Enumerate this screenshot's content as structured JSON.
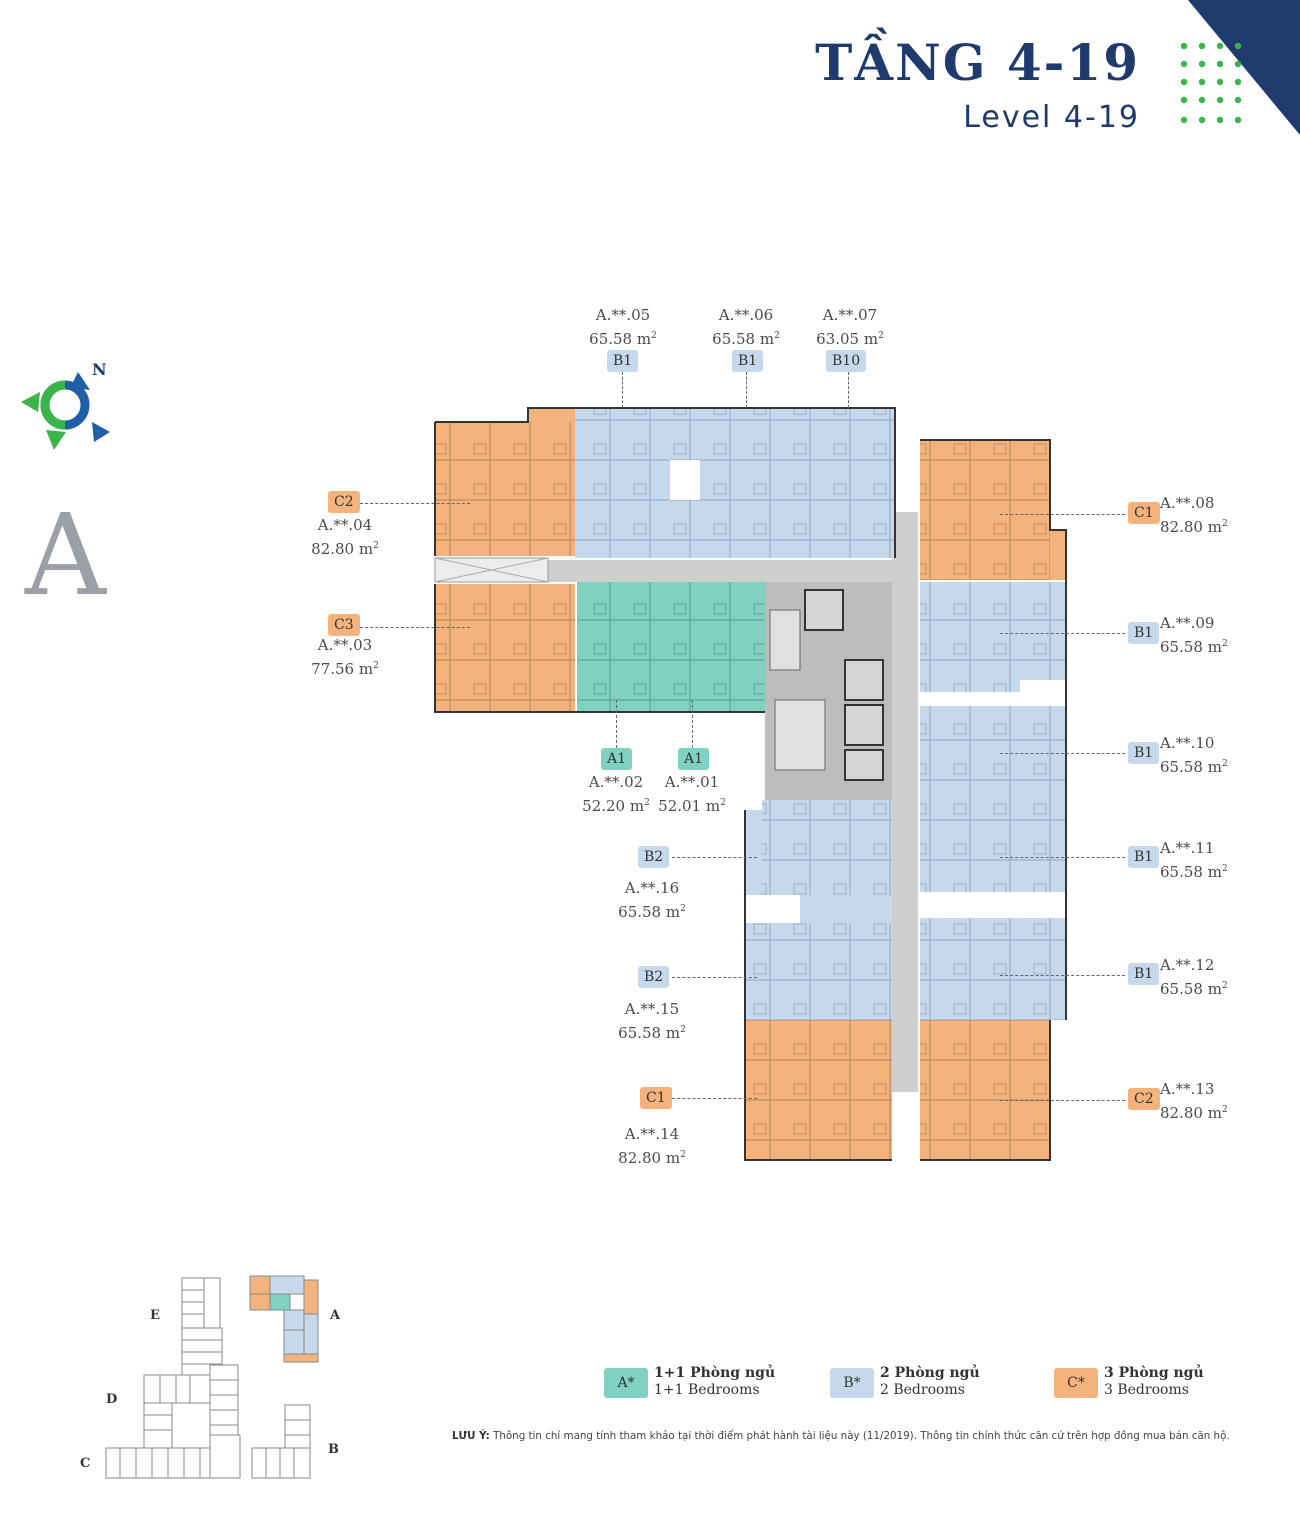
{
  "header": {
    "title": "TẦNG 4-19",
    "subtitle": "Level 4-19"
  },
  "compass": {
    "label": "N"
  },
  "block": {
    "letter": "A"
  },
  "colors": {
    "one_bed": "#7fd1c1",
    "two_bed": "#c6d8ec",
    "three_bed": "#f4b37c",
    "navy": "#1f3b6e",
    "dot_green": "#3bb54a"
  },
  "units": [
    {
      "id": "u05",
      "type": "B1",
      "code": "A.**.05",
      "area": "65.58 m",
      "sup": "2"
    },
    {
      "id": "u06",
      "type": "B1",
      "code": "A.**.06",
      "area": "65.58 m",
      "sup": "2"
    },
    {
      "id": "u07",
      "type": "B10",
      "code": "A.**.07",
      "area": "63.05 m",
      "sup": "2"
    },
    {
      "id": "u04",
      "type": "C2",
      "code": "A.**.04",
      "area": "82.80 m",
      "sup": "2"
    },
    {
      "id": "u03",
      "type": "C3",
      "code": "A.**.03",
      "area": "77.56 m",
      "sup": "2"
    },
    {
      "id": "u02",
      "type": "A1",
      "code": "A.**.02",
      "area": "52.20 m",
      "sup": "2"
    },
    {
      "id": "u01",
      "type": "A1",
      "code": "A.**.01",
      "area": "52.01 m",
      "sup": "2"
    },
    {
      "id": "u08",
      "type": "C1",
      "code": "A.**.08",
      "area": "82.80 m",
      "sup": "2"
    },
    {
      "id": "u09",
      "type": "B1",
      "code": "A.**.09",
      "area": "65.58 m",
      "sup": "2"
    },
    {
      "id": "u10",
      "type": "B1",
      "code": "A.**.10",
      "area": "65.58 m",
      "sup": "2"
    },
    {
      "id": "u11",
      "type": "B1",
      "code": "A.**.11",
      "area": "65.58 m",
      "sup": "2"
    },
    {
      "id": "u12",
      "type": "B1",
      "code": "A.**.12",
      "area": "65.58 m",
      "sup": "2"
    },
    {
      "id": "u13",
      "type": "C2",
      "code": "A.**.13",
      "area": "82.80 m",
      "sup": "2"
    },
    {
      "id": "u16",
      "type": "B2",
      "code": "A.**.16",
      "area": "65.58 m",
      "sup": "2"
    },
    {
      "id": "u15",
      "type": "B2",
      "code": "A.**.15",
      "area": "65.58 m",
      "sup": "2"
    },
    {
      "id": "u14",
      "type": "C1",
      "code": "A.**.14",
      "area": "82.80 m",
      "sup": "2"
    }
  ],
  "site_map": {
    "blocks": [
      "E",
      "A",
      "D",
      "C",
      "B"
    ]
  },
  "legend": [
    {
      "symbol": "A*",
      "vi": "1+1 Phòng ngủ",
      "en": "1+1 Bedrooms"
    },
    {
      "symbol": "B*",
      "vi": "2 Phòng ngủ",
      "en": "2 Bedrooms"
    },
    {
      "symbol": "C*",
      "vi": "3 Phòng ngủ",
      "en": "3 Bedrooms"
    }
  ],
  "note": {
    "label": "LƯU Ý:",
    "text": " Thông tin chỉ mang tính tham khảo tại thời điểm phát hành tài liệu này (11/2019). Thông tin chính thức căn cứ trên hợp đồng mua bán căn hộ."
  }
}
